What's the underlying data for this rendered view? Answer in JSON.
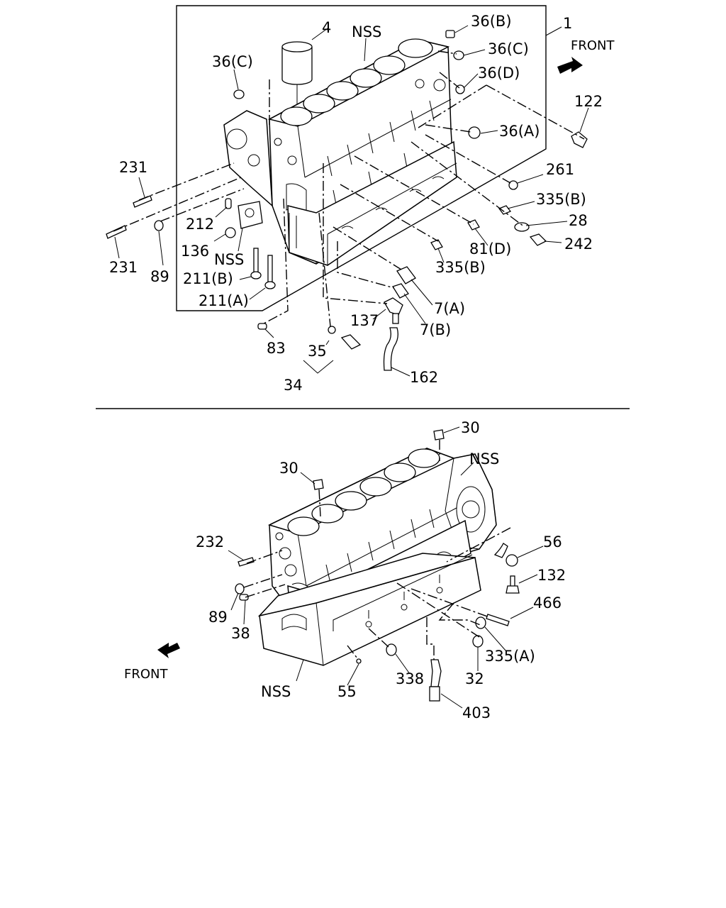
{
  "upper": {
    "front_label": "FRONT",
    "labels": {
      "l1": "1",
      "l4": "4",
      "nss_top": "NSS",
      "l36b": "36(B)",
      "l36c_r": "36(C)",
      "l36d": "36(D)",
      "l36a": "36(A)",
      "l36c_l": "36(C)",
      "l122": "122",
      "l261": "261",
      "l335b_r": "335(B)",
      "l28": "28",
      "l242": "242",
      "l81d": "81(D)",
      "l335b_b": "335(B)",
      "l7a": "7(A)",
      "l7b": "7(B)",
      "l137": "137",
      "l162": "162",
      "l34": "34",
      "l35": "35",
      "l83": "83",
      "l211a": "211(A)",
      "l211b": "211(B)",
      "l89": "89",
      "l231_a": "231",
      "l231_b": "231",
      "l136": "136",
      "nss_mid": "NSS",
      "l212": "212"
    }
  },
  "lower": {
    "front_label": "FRONT",
    "labels": {
      "l30_r": "30",
      "l30_l": "30",
      "nss_r": "NSS",
      "l56": "56",
      "l132": "132",
      "l466": "466",
      "l335a": "335(A)",
      "l32": "32",
      "l403": "403",
      "l338": "338",
      "l55": "55",
      "nss_b": "NSS",
      "l232": "232",
      "l89": "89",
      "l38": "38"
    }
  }
}
